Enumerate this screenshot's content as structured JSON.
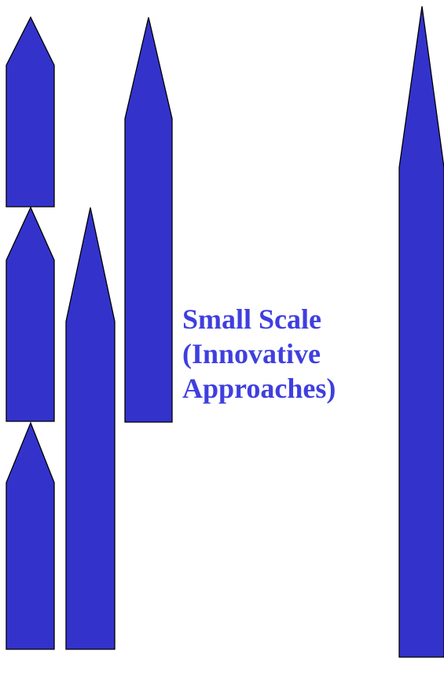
{
  "colors": {
    "rocket_fill": "#3333CC",
    "rocket_outline": "#000000",
    "caption_text": "#3F3FDF",
    "background": "#FFFFFF"
  },
  "diagram": {
    "shapes": [
      {
        "id": "rocket-1",
        "kind": "pointed-column"
      },
      {
        "id": "rocket-2",
        "kind": "pointed-column"
      },
      {
        "id": "rocket-3",
        "kind": "pointed-column"
      },
      {
        "id": "rocket-4",
        "kind": "pointed-column"
      },
      {
        "id": "rocket-5",
        "kind": "pointed-column"
      },
      {
        "id": "rocket-6",
        "kind": "pointed-column"
      }
    ],
    "caption": {
      "lines": [
        "Small Scale",
        "(Innovative",
        "Approaches)"
      ]
    }
  }
}
